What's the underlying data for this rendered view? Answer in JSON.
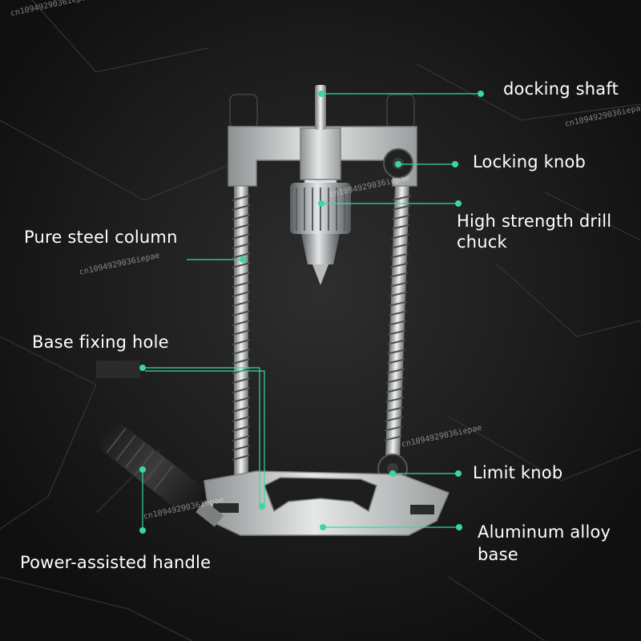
{
  "watermark": "cn1094929036iepae",
  "labels": {
    "docking_shaft": "docking shaft",
    "locking_knob": "Locking knob",
    "drill_chuck_line1": "High strength drill",
    "drill_chuck_line2": "chuck",
    "steel_column": "Pure steel column",
    "base_fixing_hole": "Base fixing hole",
    "limit_knob": "Limit knob",
    "aluminum_base_line1": "Aluminum alloy",
    "aluminum_base_line2": "base",
    "handle": "Power-assisted handle"
  },
  "colors": {
    "background": "#181818",
    "leader": "#3ad6a5",
    "label_text": "#ffffff",
    "metal": "#c9cccc"
  }
}
